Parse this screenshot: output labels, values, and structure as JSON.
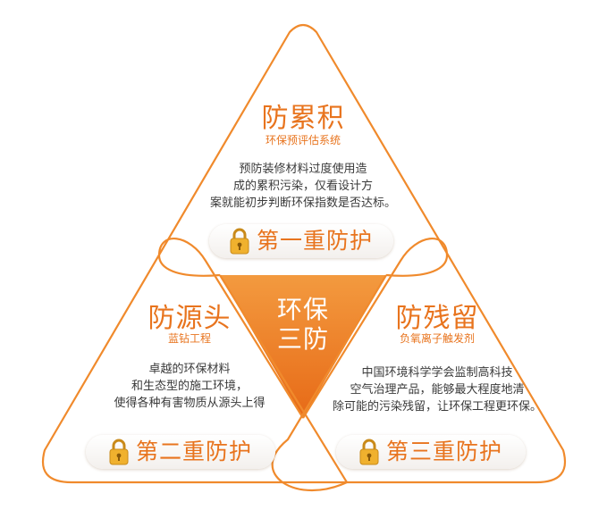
{
  "center": {
    "line1": "环保",
    "line2": "三防"
  },
  "top": {
    "title": "防累积",
    "subtitle": "环保预评估系统",
    "body": "预防装修材料过度使用造\n成的累积污染，仅看设计方\n案就能初步判断环保指数是否达标。",
    "badge": "第一重防护"
  },
  "left": {
    "title": "防源头",
    "subtitle": "蓝钻工程",
    "body": "卓越的环保材料\n和生态型的施工环境，\n使得各种有害物质从源头上得",
    "badge": "第二重防护"
  },
  "right": {
    "title": "防残留",
    "subtitle": "负氧离子触发剂",
    "body": "中国环境科学学会监制高科技\n空气治理产品，能够最大程度地清\n除可能的污染残留，让环保工程更环保。",
    "badge": "第三重防护"
  },
  "colors": {
    "accent": "#e8741e",
    "outline": "#f08a2c",
    "pill_bg": "#f5f2ef"
  },
  "icons": {
    "badge_icon": "padlock-icon"
  }
}
